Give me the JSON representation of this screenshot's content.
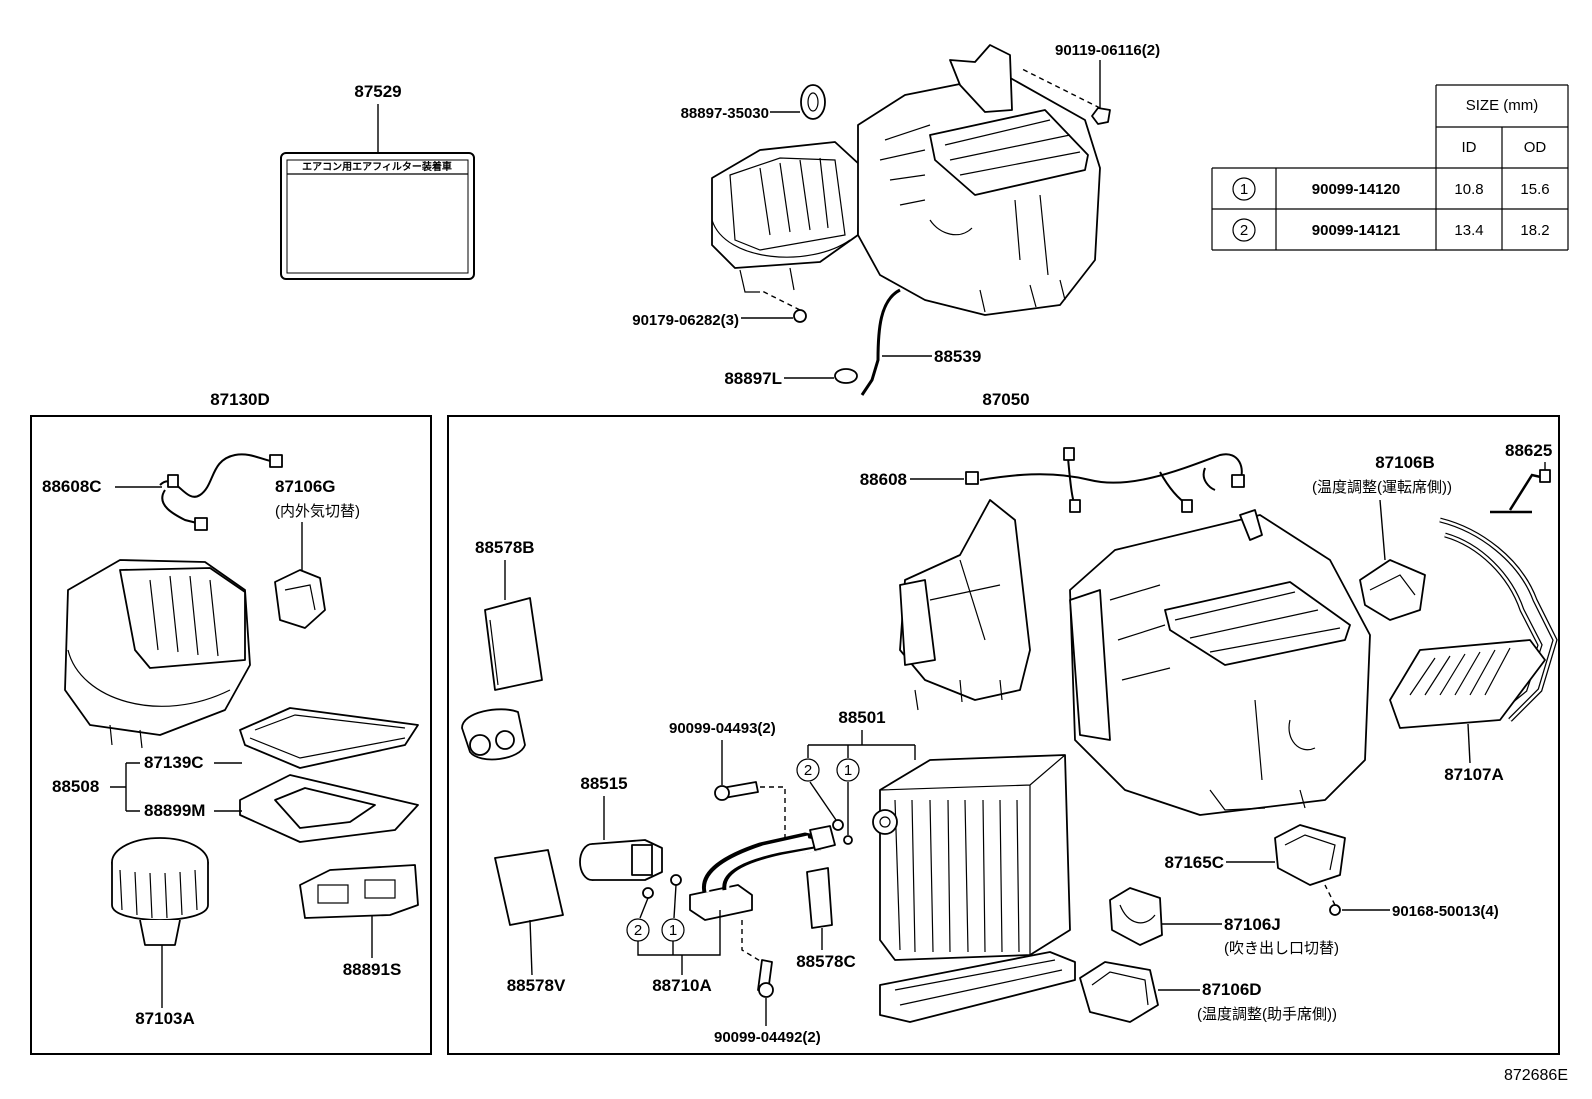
{
  "groups": {
    "left_box_label": "87130D",
    "right_box_label": "87050"
  },
  "labels": {
    "p87529": "87529",
    "p88897_35030": "88897-35030",
    "p90119_06116": "90119-06116(2)",
    "p90179_06282": "90179-06282(3)",
    "p88539": "88539",
    "p88897L": "88897L",
    "p88608C": "88608C",
    "p87106G": "87106G",
    "p87106G_note": "(内外気切替)",
    "p87139C": "87139C",
    "p88508": "88508",
    "p88899M": "88899M",
    "p87103A": "87103A",
    "p88891S": "88891S",
    "p88578B": "88578B",
    "p88608": "88608",
    "p87106B": "87106B",
    "p87106B_note": "(温度調整(運転席側))",
    "p88625": "88625",
    "p90099_04493": "90099-04493(2)",
    "p88501": "88501",
    "p88515": "88515",
    "p87107A": "87107A",
    "p87165C": "87165C",
    "p90168_50013": "90168-50013(4)",
    "p87106J": "87106J",
    "p87106J_note": "(吹き出し口切替)",
    "p87106D": "87106D",
    "p87106D_note": "(温度調整(助手席側))",
    "p88578V": "88578V",
    "p88710A": "88710A",
    "p88578C": "88578C",
    "p90099_04492": "90099-04492(2)",
    "sticker_text": "エアコン用エアフィルター装着車",
    "circle_1": "1",
    "circle_2": "2",
    "figure_code": "872686E"
  },
  "size_table": {
    "header": "SIZE (mm)",
    "col_id": "ID",
    "col_od": "OD",
    "rows": [
      {
        "mark": "1",
        "part": "90099-14120",
        "id": "10.8",
        "od": "15.6"
      },
      {
        "mark": "2",
        "part": "90099-14121",
        "id": "13.4",
        "od": "18.2"
      }
    ]
  }
}
